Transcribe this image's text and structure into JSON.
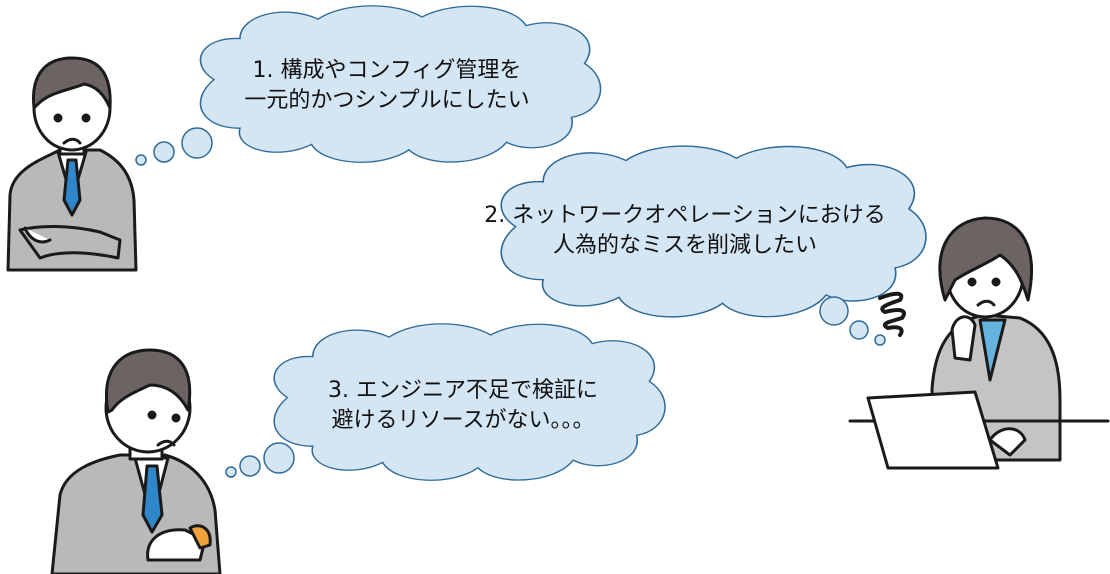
{
  "colors": {
    "cloud_fill": "#d4e5f4",
    "cloud_stroke": "#2f6a99",
    "suit": "#b9b9b9",
    "hair": "#6b6463",
    "tie": "#2f86c8",
    "blouse": "#66b3e0",
    "watch": "#f0a33a",
    "outline": "#1a1a1a"
  },
  "thoughts": [
    {
      "id": 1,
      "line1": "1. 構成やコンフィグ管理を",
      "line2": "一元的かつシンプルにしたい"
    },
    {
      "id": 2,
      "line1": "2. ネットワークオペレーションにおける",
      "line2": "人為的なミスを削減したい"
    },
    {
      "id": 3,
      "line1": "3. エンジニア不足で検証に",
      "line2": "避けるリソースがない。。。"
    }
  ],
  "characters": [
    {
      "name": "man-arms-crossed",
      "pose": "arms crossed, worried"
    },
    {
      "name": "woman-laptop",
      "pose": "hand on chin, at laptop, stressed"
    },
    {
      "name": "man-checking-watch",
      "pose": "looking at wristwatch, worried"
    }
  ]
}
